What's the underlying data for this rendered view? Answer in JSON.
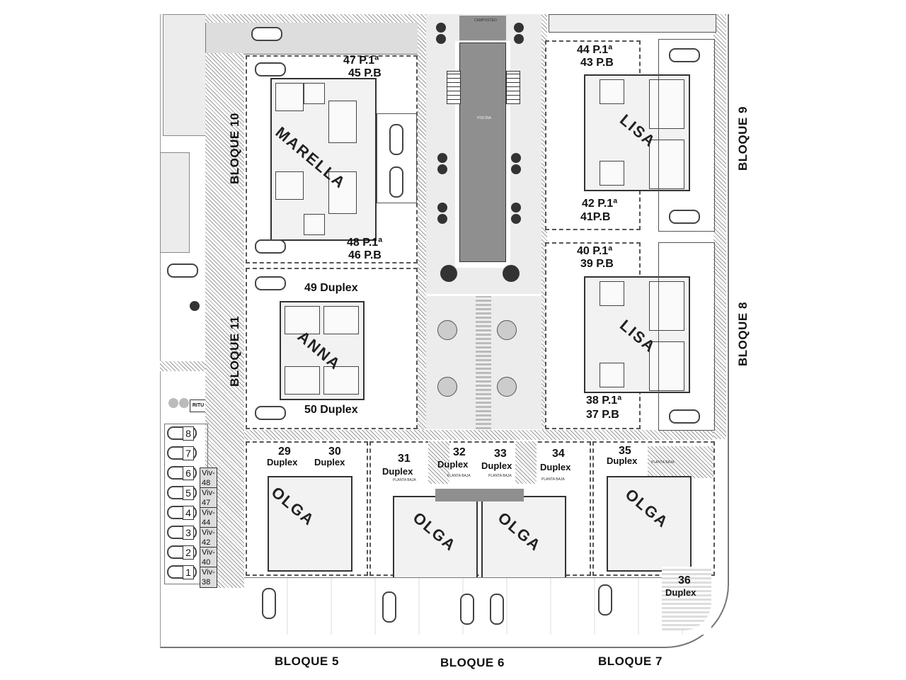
{
  "blocks": {
    "b5": "BLOQUE 5",
    "b6": "BLOQUE 6",
    "b7": "BLOQUE 7",
    "b8": "BLOQUE 8",
    "b9": "BLOQUE 9",
    "b10": "BLOQUE 10",
    "b11": "BLOQUE 11"
  },
  "models": {
    "marella": "MARELLA",
    "anna": "ANNA",
    "lisa_1": "LISA",
    "lisa_2": "LISA",
    "olga_1": "OLGA",
    "olga_2": "OLGA",
    "olga_3": "OLGA",
    "olga_4": "OLGA"
  },
  "units": {
    "u47": "47 P.1ª",
    "u45": "45 P.B",
    "u48": "48 P.1ª",
    "u46": "46 P.B",
    "u49": "49 Duplex",
    "u50": "50 Duplex",
    "u44": "44 P.1ª",
    "u43": "43 P.B",
    "u42": "42 P.1ª",
    "u41": "41P.B",
    "u40": "40 P.1ª",
    "u39": "39 P.B",
    "u38": "38 P.1ª",
    "u37": "37 P.B",
    "duplex": [
      {
        "num": "29",
        "type": "Duplex"
      },
      {
        "num": "30",
        "type": "Duplex"
      },
      {
        "num": "31",
        "type": "Duplex"
      },
      {
        "num": "32",
        "type": "Duplex"
      },
      {
        "num": "33",
        "type": "Duplex"
      },
      {
        "num": "34",
        "type": "Duplex"
      },
      {
        "num": "35",
        "type": "Duplex"
      },
      {
        "num": "36",
        "type": "Duplex"
      }
    ],
    "planta_baja": "PLANTA BAJA"
  },
  "pool": {
    "top_label": "CAMPOSTEO",
    "pool_label": "PISCINA"
  },
  "misc": {
    "ritu": "RITU"
  },
  "parking": [
    {
      "slot": "8",
      "viv": ""
    },
    {
      "slot": "7",
      "viv": ""
    },
    {
      "slot": "6",
      "viv": "Viv-48"
    },
    {
      "slot": "5",
      "viv": "Viv-47"
    },
    {
      "slot": "4",
      "viv": "Viv-44"
    },
    {
      "slot": "3",
      "viv": "Viv-42"
    },
    {
      "slot": "2",
      "viv": "Viv-40"
    },
    {
      "slot": "1",
      "viv": "Viv-38"
    }
  ]
}
